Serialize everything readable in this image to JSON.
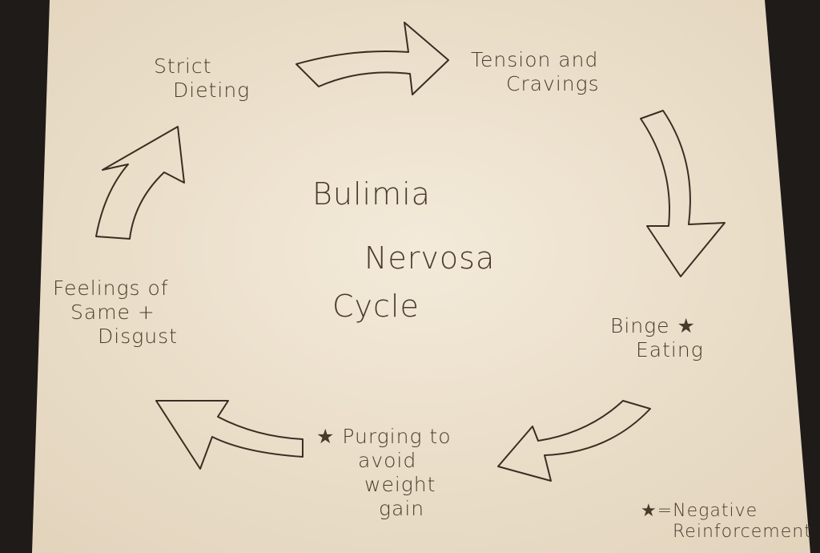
{
  "diagram": {
    "title_lines": [
      "Bulimia",
      "Nervosa",
      "Cycle"
    ],
    "stages": [
      {
        "lines": [
          "Strict",
          "Dieting"
        ]
      },
      {
        "lines": [
          "Tension and",
          "Cravings"
        ]
      },
      {
        "lines": [
          "Binge ★",
          "Eating"
        ]
      },
      {
        "lines": [
          "★ Purging to",
          "avoid",
          "weight",
          "gain"
        ]
      },
      {
        "lines": [
          "Feelings of",
          "Same +",
          "Disgust"
        ]
      }
    ],
    "legend": {
      "lines": [
        "★=Negative",
        "Reinforcement"
      ]
    }
  },
  "colors": {
    "paper": "#efe4d2",
    "ink": "#4a3a2c",
    "background": "#1e1b19"
  }
}
